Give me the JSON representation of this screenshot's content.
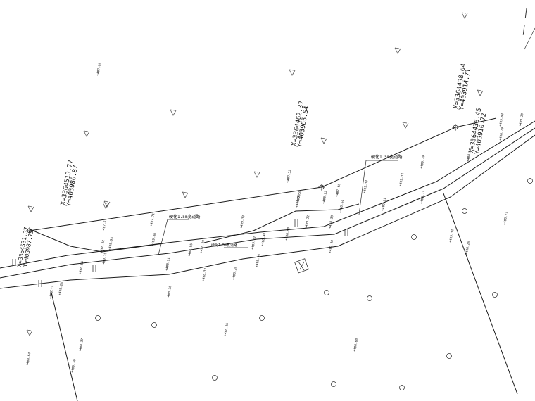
{
  "drawing": {
    "title": "",
    "control_points": [
      {
        "x_label": "X=3364513.77",
        "y_label": "Y=403986.87"
      },
      {
        "x_label": "X=3364462.37",
        "y_label": "Y=403965.54"
      },
      {
        "x_label": "X=3364438.64",
        "y_label": "Y=403914.71"
      },
      {
        "x_label": "X=3364436.45",
        "y_label": "Y=403910.72"
      },
      {
        "x_label": "X=3364531.37",
        "y_label": "Y=403987.73"
      }
    ],
    "road_labels": [
      "硬化1.5m宽道路",
      "硬化1.5m宽道路",
      "硬化1.5m宽道路"
    ],
    "elevations": [
      "+407.69",
      "+407.52",
      "+407.71",
      "+407.67",
      "+409.53",
      "+408.82",
      "+408.95",
      "+409.86",
      "+408.91",
      "+408.25",
      "+409.15",
      "+408.85",
      "+408.37",
      "+408.96",
      "+408.30",
      "+409.33",
      "+408.29",
      "+409.22",
      "+408.90",
      "+408.22",
      "+408.50",
      "+408.38",
      "+408.64",
      "+407.66",
      "+409.33",
      "+409.21",
      "+409.32",
      "+409.79",
      "+408.77",
      "+409.32",
      "+408.37",
      "+409.16",
      "+408.64",
      "+408.26",
      "+408.99",
      "+408.86",
      "+409.12",
      "+408.48",
      "+408.94",
      "+408.60",
      "+408.24",
      "+409.93",
      "+408.79",
      "+409.10",
      "+408.33",
      "+409.40",
      "+409.17"
    ]
  }
}
